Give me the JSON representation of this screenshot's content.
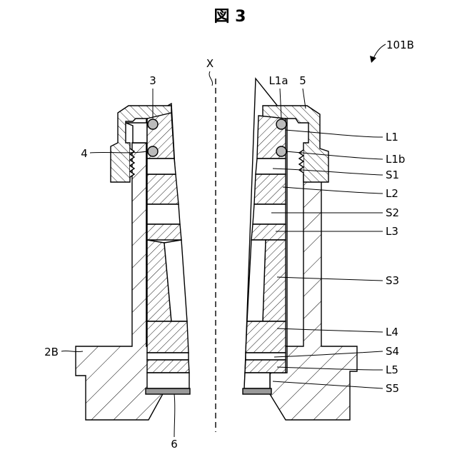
{
  "figure": {
    "title": "図 3",
    "ref_main": "101B",
    "axis_label": "X"
  },
  "labels": {
    "l1a": "L1a",
    "n3": "3",
    "n5": "5",
    "n4": "4",
    "n2b": "2B",
    "n6": "6",
    "L1": "L1",
    "L1b": "L1b",
    "S1": "S1",
    "L2": "L2",
    "S2": "S2",
    "L3": "L3",
    "S3": "S3",
    "L4": "L4",
    "S4": "S4",
    "L5": "L5",
    "S5": "S5"
  },
  "colors": {
    "line": "#000000",
    "hatch": "#000000",
    "seal_ring": "#bbbbbb",
    "base_plate": "#999999",
    "background": "#ffffff"
  }
}
